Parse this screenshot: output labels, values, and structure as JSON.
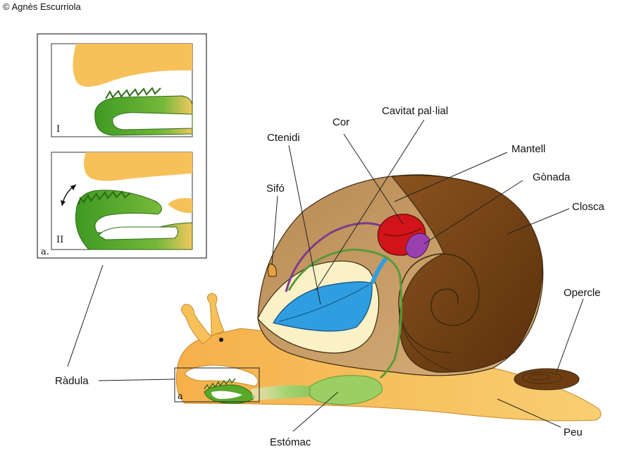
{
  "credit": "© Agnès Escurriola",
  "labels": {
    "cor": "Cor",
    "cavitat": "Cavitat pal·lial",
    "ctenidi": "Ctenidi",
    "mantell": "Mantell",
    "gonada": "Gònada",
    "sifo": "Sifó",
    "closca": "Closca",
    "opercle": "Opercle",
    "radula": "Ràdula",
    "estomac": "Estómac",
    "peu": "Peu"
  },
  "inset": {
    "panel_letter": "a.",
    "stage_1": "I",
    "stage_2": "II",
    "box_letter": "a"
  },
  "colors": {
    "body": "#f7c15a",
    "shell_light": "#c89a62",
    "shell_dark": "#6e3d12",
    "gill": "#2f9ee0",
    "heart": "#d0141a",
    "gonad": "#9a3fb0",
    "radula": "#5aa82a",
    "stomach": "#9ccf63"
  }
}
